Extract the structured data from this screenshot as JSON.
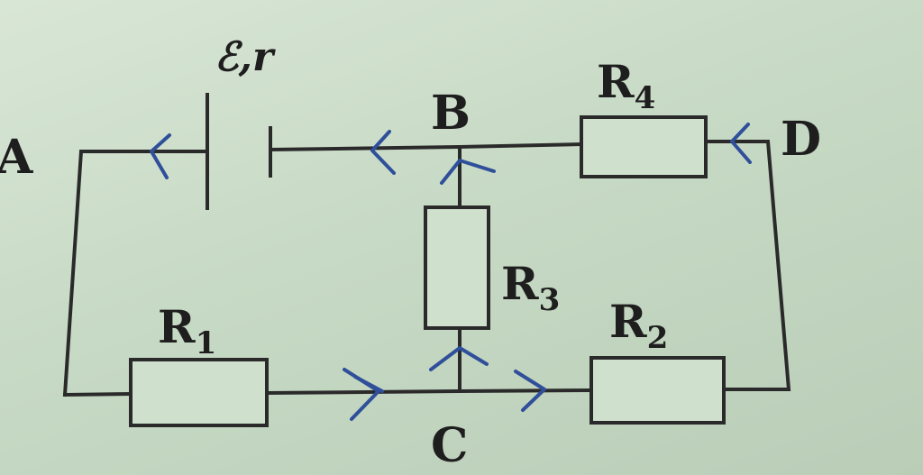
{
  "labels": {
    "node_a": "A",
    "node_b": "B",
    "node_c": "C",
    "node_d": "D",
    "emf": "ℰ,r",
    "r1": "R1",
    "r2": "R2",
    "r3": "R3",
    "r4": "R4"
  },
  "colors": {
    "wire": "#2a2a2a",
    "arrow": "#2f4f9a",
    "background": "#c9dcc8"
  }
}
